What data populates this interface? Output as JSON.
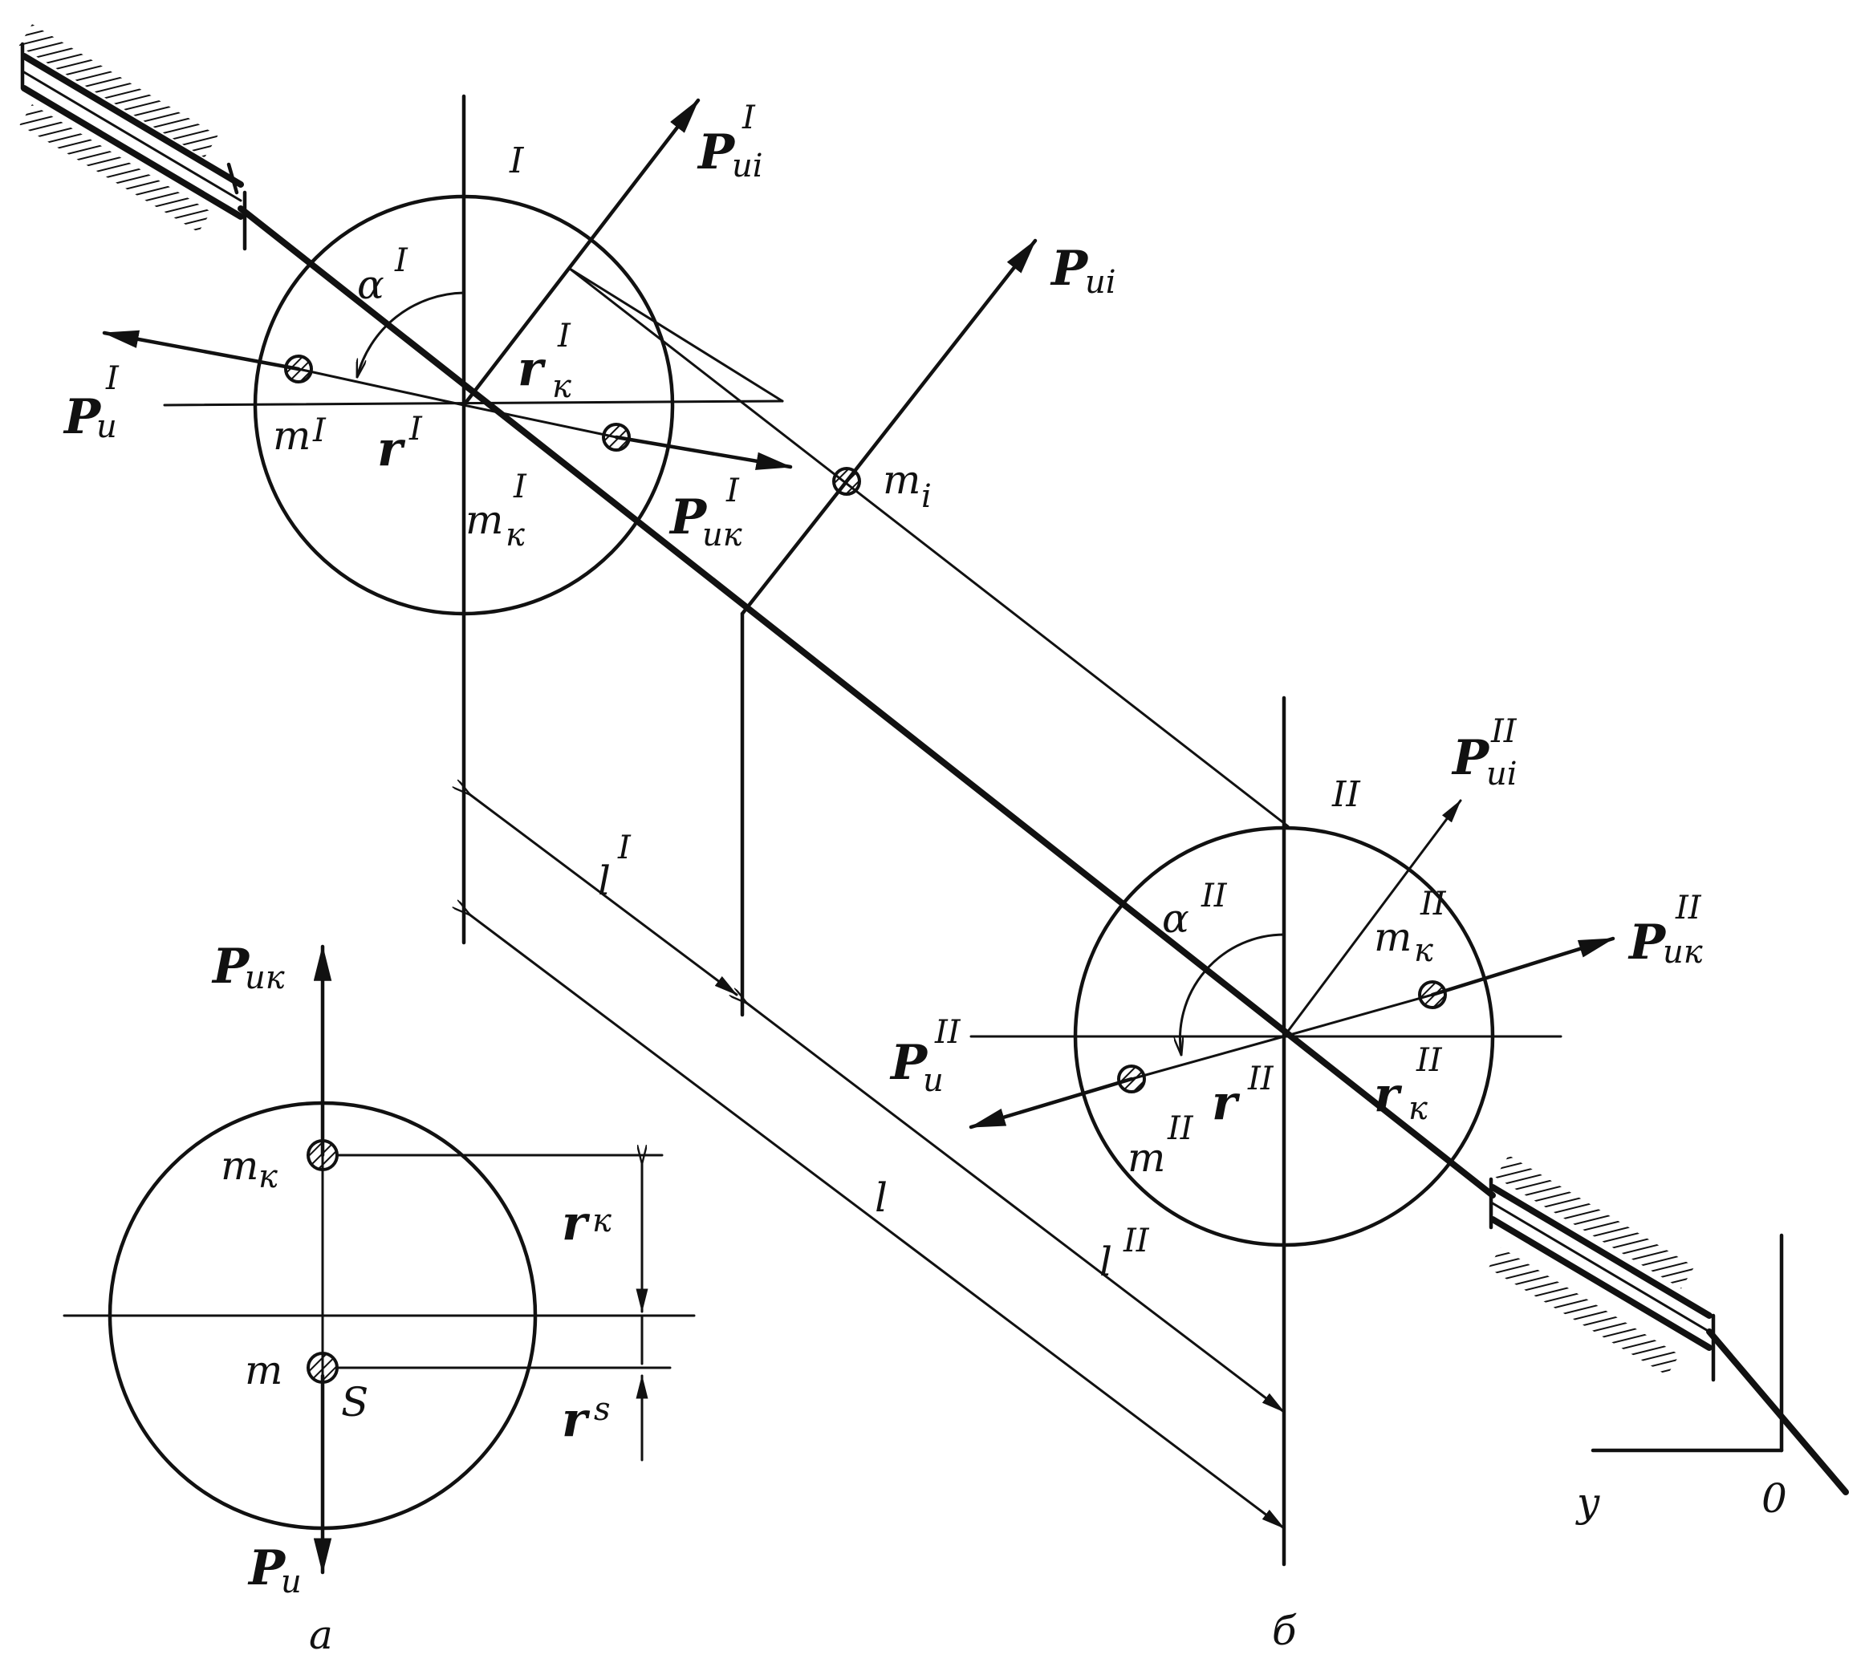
{
  "labels": {
    "roman_one": "I",
    "roman_two": "II",
    "alpha": "α",
    "r": "r",
    "m": "m",
    "mi": "m",
    "mi_sub": "i",
    "P": "P",
    "sub_i": "и",
    "sub_ik": "ик",
    "sub_ii": "иi",
    "sub_k": "к",
    "l": "l",
    "li": "l",
    "li_sub": "i",
    "S": "S",
    "rs": "r",
    "rs_sub": "s",
    "y": "y",
    "zero": "0",
    "fig_a": "а",
    "fig_b": "б"
  }
}
